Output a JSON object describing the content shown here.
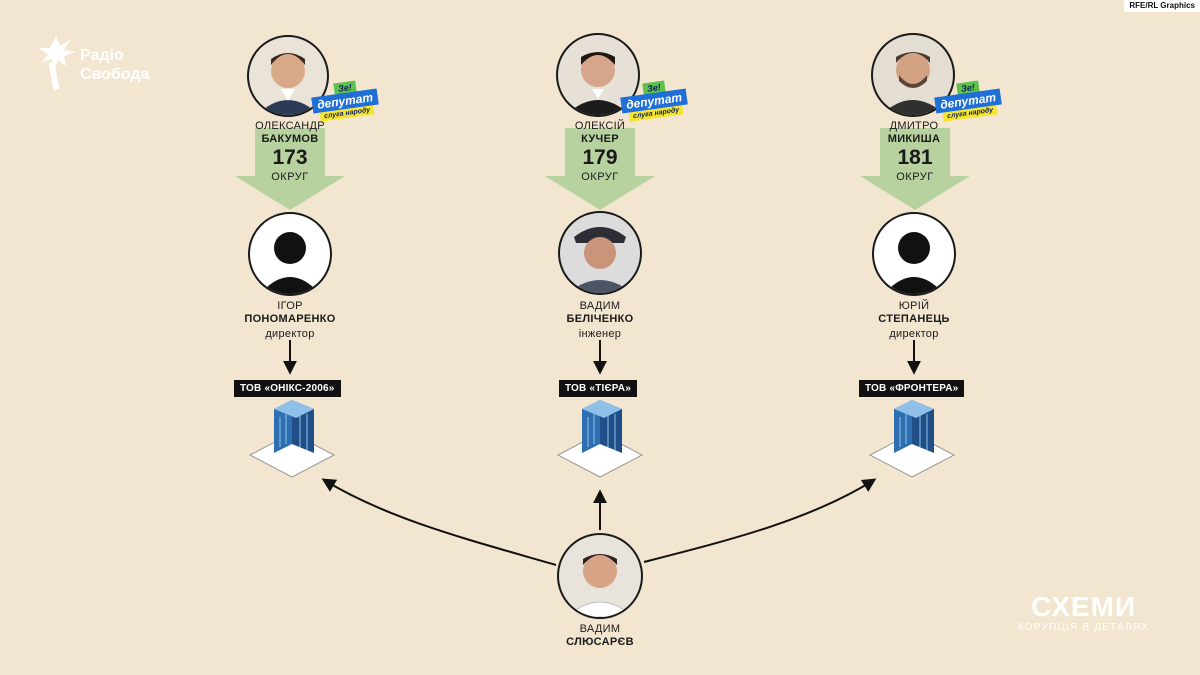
{
  "credit": "RFE/RL Graphics",
  "logo": {
    "line1": "Радіо",
    "line2": "Свобода"
  },
  "badge": {
    "ze": "Зе!",
    "deputy": "депутат",
    "party": "слуга народу"
  },
  "deputies": [
    {
      "first": "Олександр",
      "last": "Бакумов",
      "district_num": "173",
      "district_word": "округ"
    },
    {
      "first": "Олексій",
      "last": "Кучер",
      "district_num": "179",
      "district_word": "округ"
    },
    {
      "first": "Дмитро",
      "last": "Микиша",
      "district_num": "181",
      "district_word": "округ"
    }
  ],
  "officials": [
    {
      "first": "Ігор",
      "last": "Пономаренко",
      "role": "директор"
    },
    {
      "first": "Вадим",
      "last": "Беліченко",
      "role": "інженер"
    },
    {
      "first": "Юрій",
      "last": "Степанець",
      "role": "директор"
    }
  ],
  "companies": [
    {
      "label": "ТОВ «ОНІКС-2006»"
    },
    {
      "label": "ТОВ «ТІЄРА»"
    },
    {
      "label": "ТОВ «ФРОНТЕРА»"
    }
  ],
  "owner": {
    "first": "Вадим",
    "last": "Слюсарєв"
  },
  "brand": {
    "name": "СХЕМИ",
    "tagline": "КОРУПЦІЯ В ДЕТАЛЯХ"
  },
  "colors": {
    "background": "#f3e6d0",
    "arrow_green": "#b7d29f",
    "badge_blue": "#1f6fd6",
    "badge_yellow": "#f5e52a",
    "badge_green": "#5cc24a"
  }
}
